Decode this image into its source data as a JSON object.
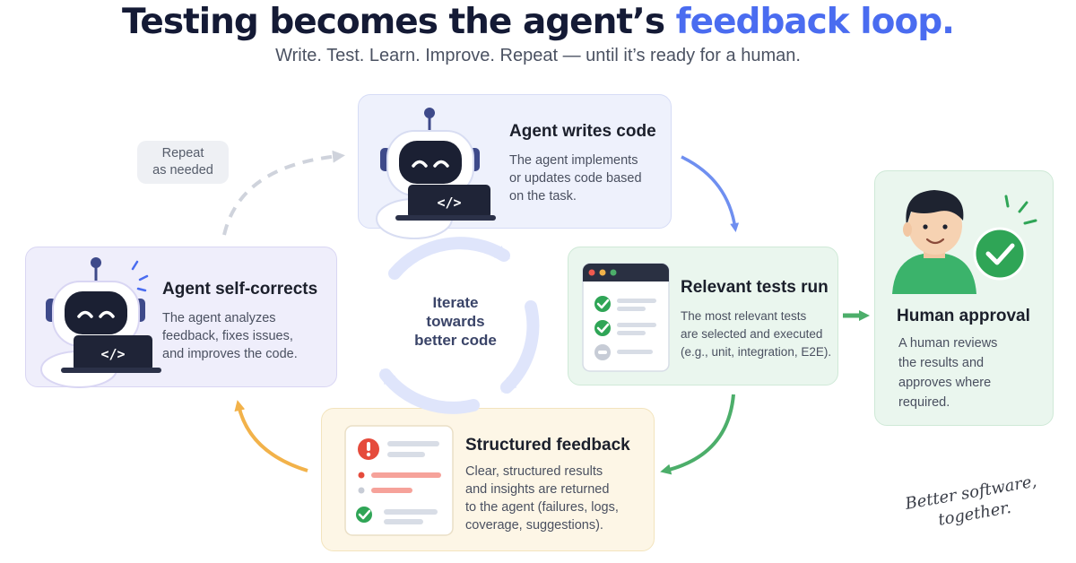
{
  "header": {
    "title_main": "Testing becomes the agent’s ",
    "title_accent": "feedback loop.",
    "subtitle": "Write. Test. Learn. Improve. Repeat — until it’s ready for a human."
  },
  "nodes": {
    "write": {
      "title": "Agent writes code",
      "desc_lines": [
        "The agent implements",
        "or updates code based",
        "on the task."
      ]
    },
    "self_correct": {
      "title": "Agent self-corrects",
      "desc_lines": [
        "The agent analyzes",
        "feedback, fixes issues,",
        "and improves the code."
      ]
    },
    "tests": {
      "title": "Relevant tests run",
      "desc_lines": [
        "The most relevant tests",
        "are selected and executed",
        "(e.g., unit, integration, E2E)."
      ]
    },
    "human": {
      "title": "Human approval",
      "desc_lines": [
        "A human reviews",
        "the results and",
        "approves where",
        "required."
      ]
    },
    "feedback": {
      "title": "Structured feedback",
      "desc_lines": [
        "Clear, structured results",
        "and insights are returned",
        "to the agent (failures, logs,",
        "coverage, suggestions)."
      ]
    }
  },
  "repeat_label": [
    "Repeat",
    "as needed"
  ],
  "cycle_label": [
    "Iterate",
    "towards",
    "better code"
  ],
  "code_glyph": "</>",
  "signature": [
    "Better software,",
    "together."
  ],
  "colors": {
    "accent_blue": "#4a6cf0",
    "arrow_blue": "#6f8ff0",
    "arrow_green": "#4cae6a",
    "arrow_orange": "#f2b24a",
    "check_green": "#2fa556",
    "error_red": "#e54b3c"
  }
}
